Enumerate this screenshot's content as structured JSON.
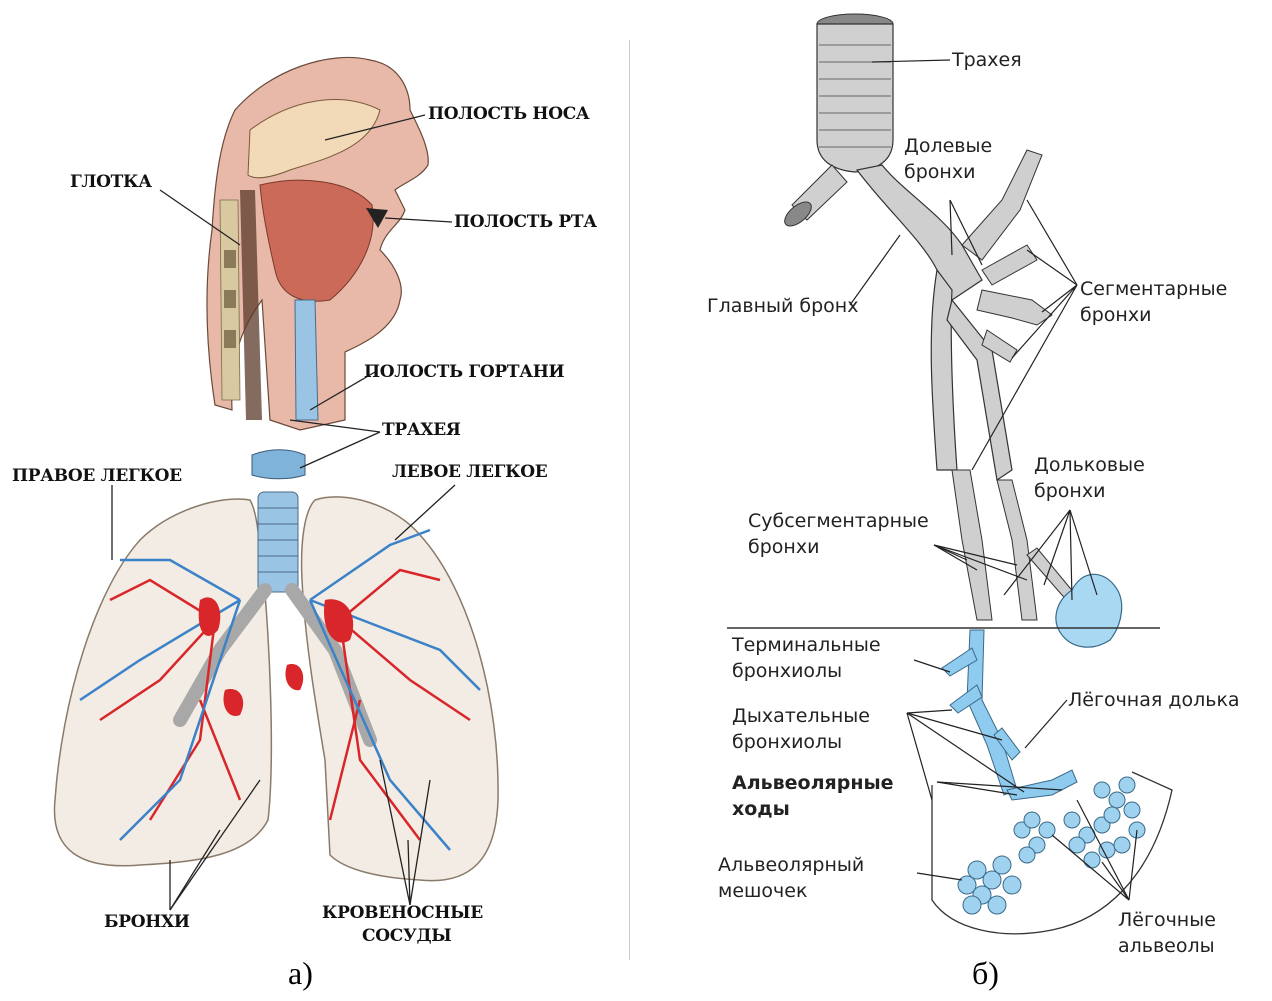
{
  "panel_a": {
    "caption": "а)",
    "labels": {
      "nasal_cavity": "ПОЛОСТЬ НОСА",
      "pharynx": "ГЛОТКА",
      "oral_cavity": "ПОЛОСТЬ РТА",
      "larynx_cavity": "ПОЛОСТЬ ГОРТАНИ",
      "trachea": "ТРАХЕЯ",
      "right_lung": "ПРАВОЕ ЛЕГКОЕ",
      "left_lung": "ЛЕВОЕ ЛЕГКОЕ",
      "bronchi": "БРОНХИ",
      "blood_vessels_line1": "КРОВЕНОСНЫЕ",
      "blood_vessels_line2": "СОСУДЫ"
    }
  },
  "panel_b": {
    "caption": "б)",
    "labels": {
      "trachea": "Трахея",
      "lobar_bronchi_line1": "Долевые",
      "lobar_bronchi_line2": "бронхи",
      "main_bronchus": "Главный бронх",
      "segmental_bronchi_line1": "Сегментарные",
      "segmental_bronchi_line2": "бронхи",
      "lobular_bronchi_line1": "Дольковые",
      "lobular_bronchi_line2": "бронхи",
      "subsegmental_bronchi_line1": "Субсегментарные",
      "subsegmental_bronchi_line2": "бронхи",
      "terminal_bronchioles_line1": "Терминальные",
      "terminal_bronchioles_line2": "бронхиолы",
      "pulmonary_lobule": "Лёгочная долька",
      "respiratory_bronchioles_line1": "Дыхательные",
      "respiratory_bronchioles_line2": "бронхиолы",
      "alveolar_ducts_line1": "Альвеолярные",
      "alveolar_ducts_line2": "ходы",
      "alveolar_sac_line1": "Альвеолярный",
      "alveolar_sac_line2": "мешочек",
      "pulmonary_alveoli_line1": "Лёгочные",
      "pulmonary_alveoli_line2": "альвеолы"
    }
  },
  "colors": {
    "artery": "#d8262a",
    "vein": "#3b82c8",
    "bronchiole_blue": "#8fcbef",
    "tissue_pink": "#e8b9a8",
    "lung_fill": "#f3ece4"
  }
}
